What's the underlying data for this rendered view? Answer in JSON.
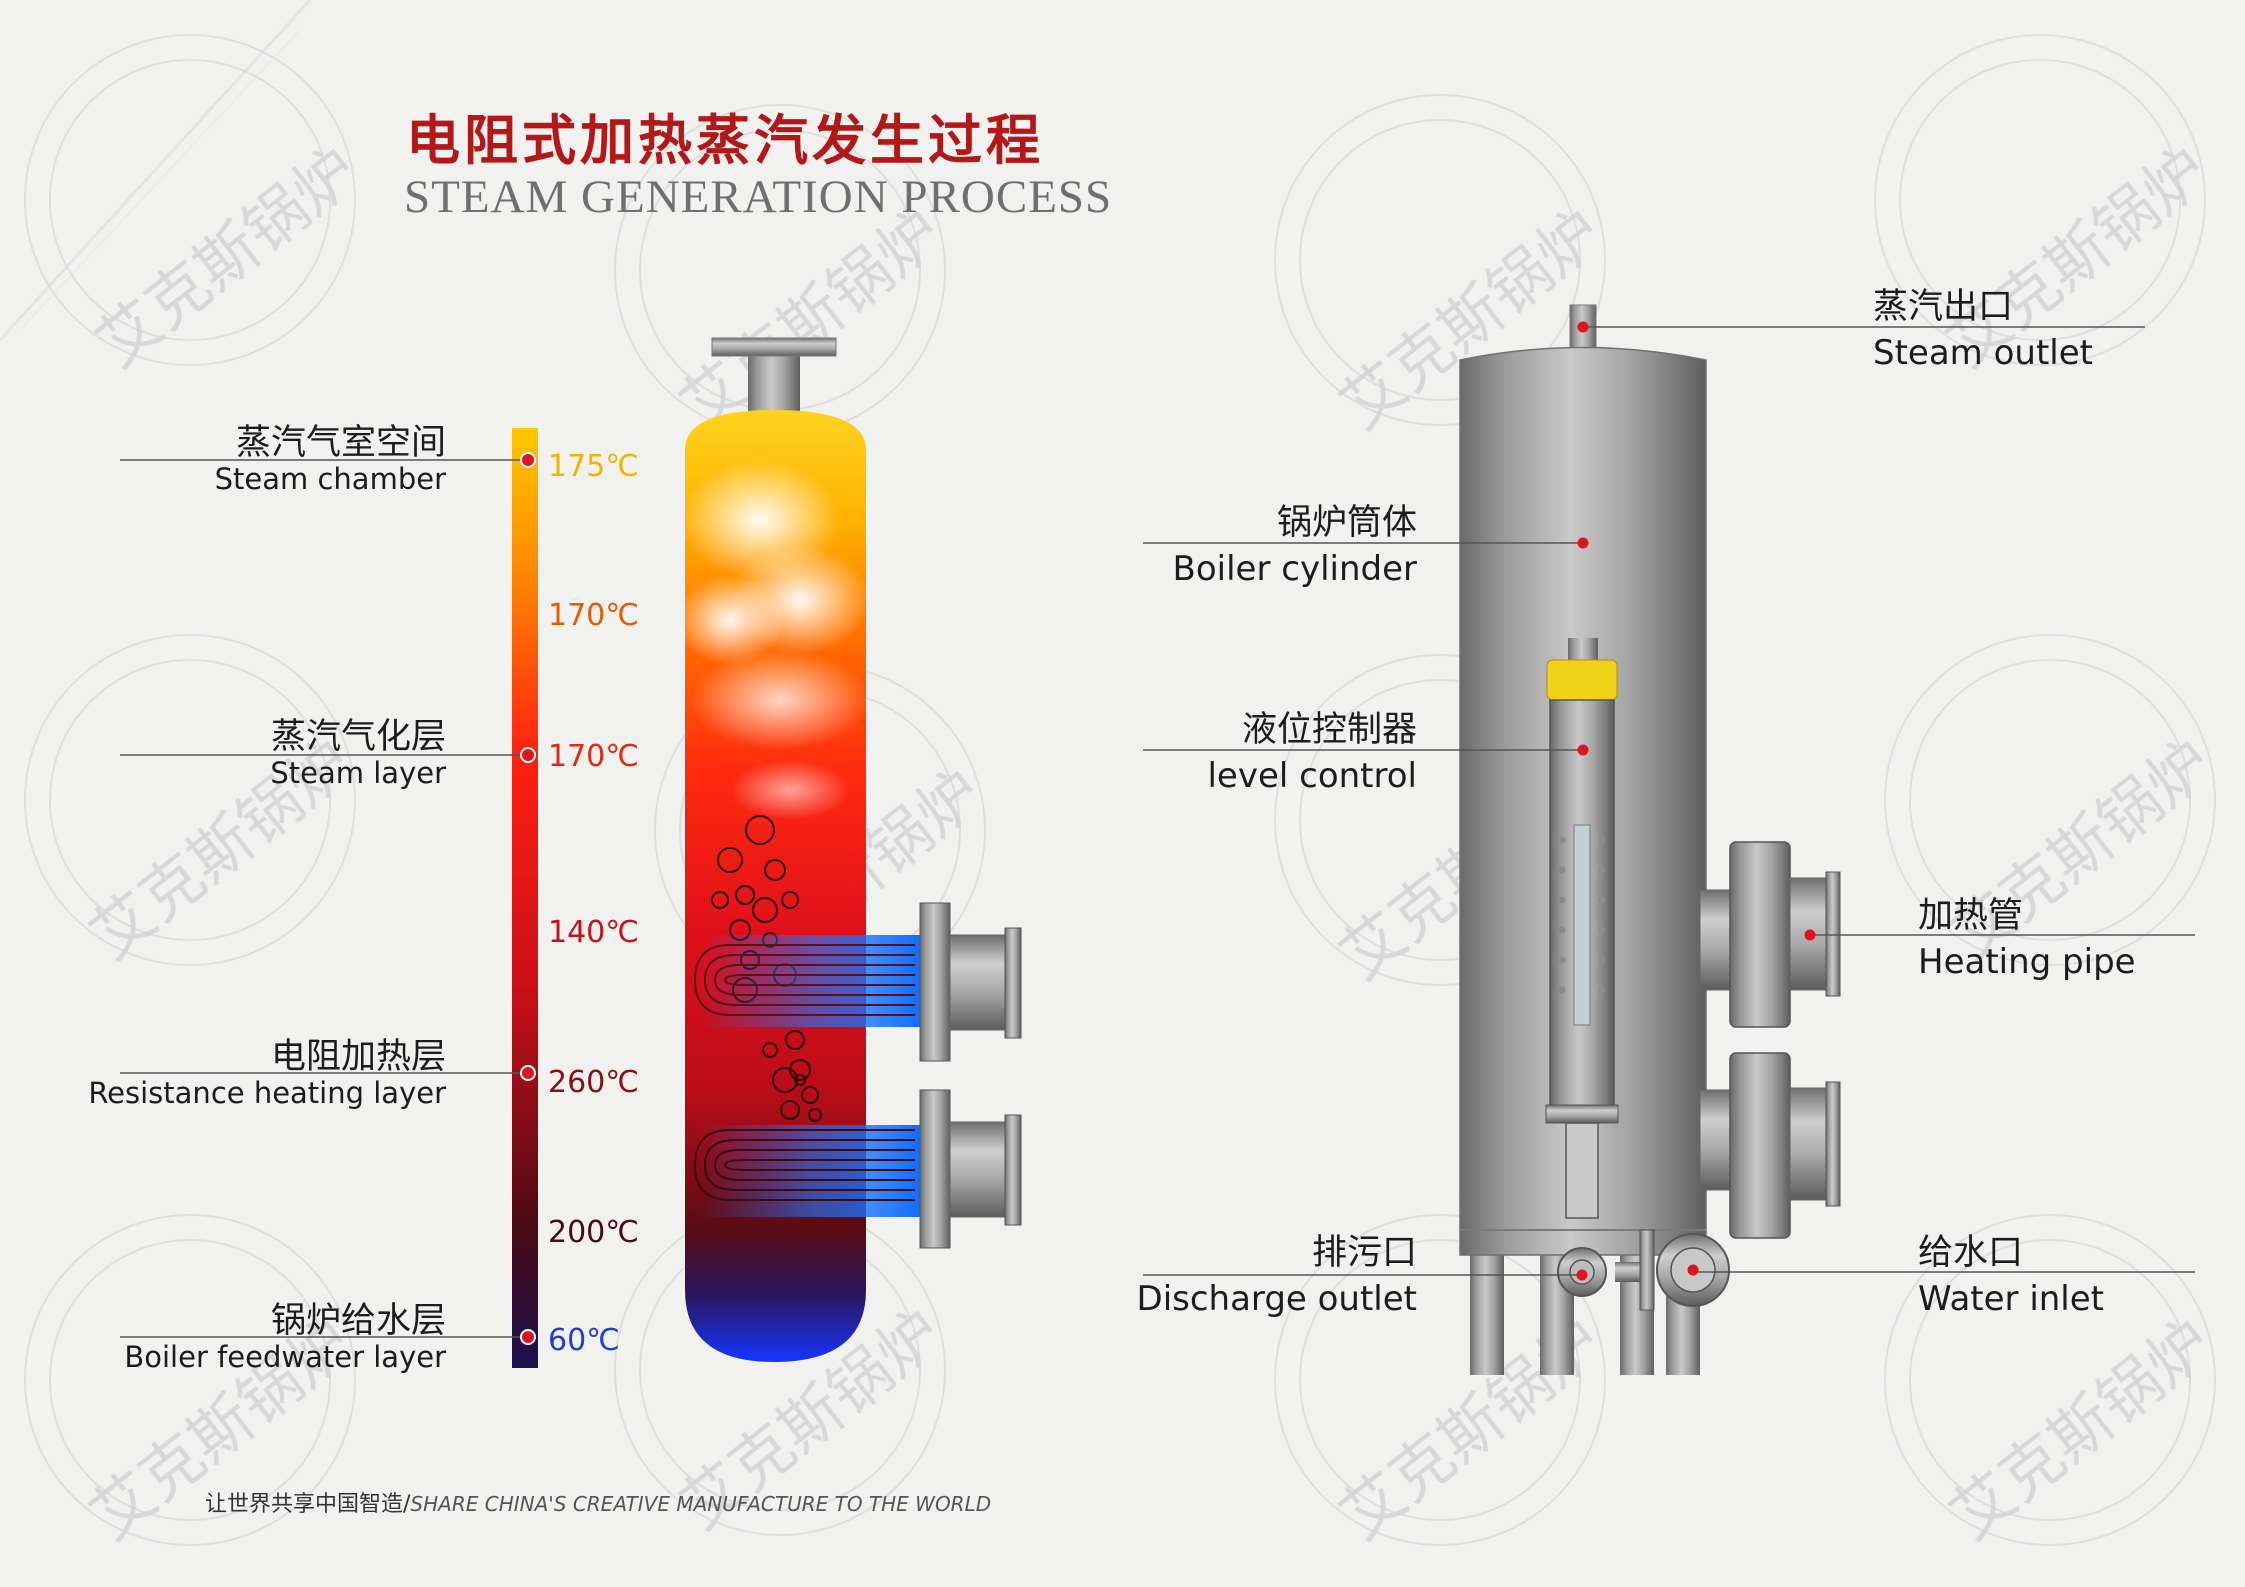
{
  "title": {
    "cn": "电阻式加热蒸汽发生过程",
    "en": "STEAM GENERATION PROCESS"
  },
  "watermark": "艾克斯锅炉",
  "left_diagram": {
    "layers": [
      {
        "cn": "蒸汽气室空间",
        "en": "Steam chamber"
      },
      {
        "cn": "蒸汽气化层",
        "en": "Steam layer"
      },
      {
        "cn": "电阻加热层",
        "en": "Resistance heating layer"
      },
      {
        "cn": "锅炉给水层",
        "en": "Boiler feedwater layer"
      }
    ],
    "temperatures": [
      {
        "label": "175℃",
        "color": "#f0b400"
      },
      {
        "label": "170℃",
        "color": "#e65a00"
      },
      {
        "label": "170℃",
        "color": "#e02a10"
      },
      {
        "label": "140℃",
        "color": "#c4121a"
      },
      {
        "label": "260℃",
        "color": "#8a0e14"
      },
      {
        "label": "200℃",
        "color": "#4a0a12"
      },
      {
        "label": "60℃",
        "color": "#1f3fd0"
      }
    ]
  },
  "right_diagram": {
    "parts": [
      {
        "cn": "蒸汽出口",
        "en": "Steam outlet"
      },
      {
        "cn": "锅炉筒体",
        "en": "Boiler cylinder"
      },
      {
        "cn": "液位控制器",
        "en": "level control"
      },
      {
        "cn": "加热管",
        "en": "Heating pipe"
      },
      {
        "cn": "排污口",
        "en": "Discharge outlet"
      },
      {
        "cn": "给水口",
        "en": "Water inlet"
      }
    ]
  },
  "footer": {
    "cn": "让世界共享中国智造/",
    "en": "SHARE CHINA'S CREATIVE MANUFACTURE TO THE WORLD"
  },
  "colors": {
    "accent_red": "#b31717",
    "callout_dot": "#e0141e"
  }
}
